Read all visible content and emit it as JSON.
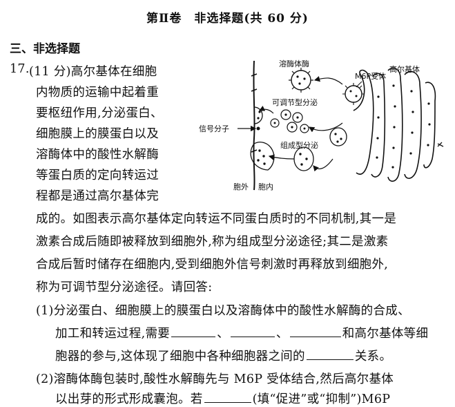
{
  "header": {
    "section_title": "第Ⅱ卷　非选择题(共 60 分)",
    "section_sub": "三、非选择题"
  },
  "question": {
    "number": "17.",
    "lines": [
      "(11 分)高尔基体在细胞",
      "内物质的运输中起着重",
      "要枢纽作用,分泌蛋白、",
      "细胞膜上的膜蛋白以及",
      "溶酶体中的酸性水解酶",
      "等蛋白质的定向转运过",
      "程都是通过高尔基体完",
      "成的。如图表示高尔基体定向转运不同蛋白质时的不同机制,其一是",
      "激素合成后随即被释放到细胞外,称为组成型分泌途径;其二是激素",
      "合成后暂时储存在细胞内,受到细胞外信号刺激时再释放到细胞外,",
      "称为可调节型分泌途径。请回答:"
    ],
    "sub1": {
      "line1": "(1)分泌蛋白、细胞膜上的膜蛋白以及溶酶体中的酸性水解酶的合成、",
      "line2_a": "加工和转运过程,需要",
      "line2_sep1": "、",
      "line2_sep2": "、",
      "line2_b": "和高尔基体等细",
      "line3_a": "胞器的参与,这体现了细胞中各种细胞器之间的",
      "line3_b": "关系。"
    },
    "sub2": {
      "line1": "(2)溶酶体酶包装时,酸性水解酶先与 M6P 受体结合,然后高尔基体",
      "line2_a": "以出芽的形式形成囊泡。若",
      "line2_b": "(填“促进”或“抑制”)M6P"
    }
  },
  "figure": {
    "labels": {
      "lysosome_enzyme": "溶酶体酶",
      "m6p_receptor": "M6P受体",
      "golgi": "高尔基体",
      "regulated": "可调节型分泌",
      "signal": "信号分子",
      "constitutive": "组成型分泌",
      "outside": "胞外",
      "inside": "胞内"
    }
  }
}
